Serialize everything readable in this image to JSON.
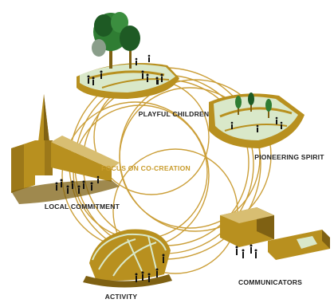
{
  "diagram": {
    "center_label": "FOCUS ON CO-CREATION",
    "nodes": [
      {
        "key": "playful_children",
        "label": "PLAYFUL CHILDREN"
      },
      {
        "key": "pioneering_spirit",
        "label": "PIONEERING SPIRIT"
      },
      {
        "key": "local_commitment",
        "label": "LOCAL COMMITMENT"
      },
      {
        "key": "communicators",
        "label": "COMMUNICATORS"
      },
      {
        "key": "activity",
        "label": "ACTIVITY"
      }
    ],
    "colors": {
      "ochre": "#b8901f",
      "ochre_dark": "#7f6113",
      "ochre_light": "#d8be72",
      "pale_green": "#d9e8c9",
      "tree_green": "#2f7d33",
      "tree_dark": "#1e5a24",
      "people": "#111111",
      "text_dark": "#222222",
      "text_center": "#c89b2a"
    }
  }
}
